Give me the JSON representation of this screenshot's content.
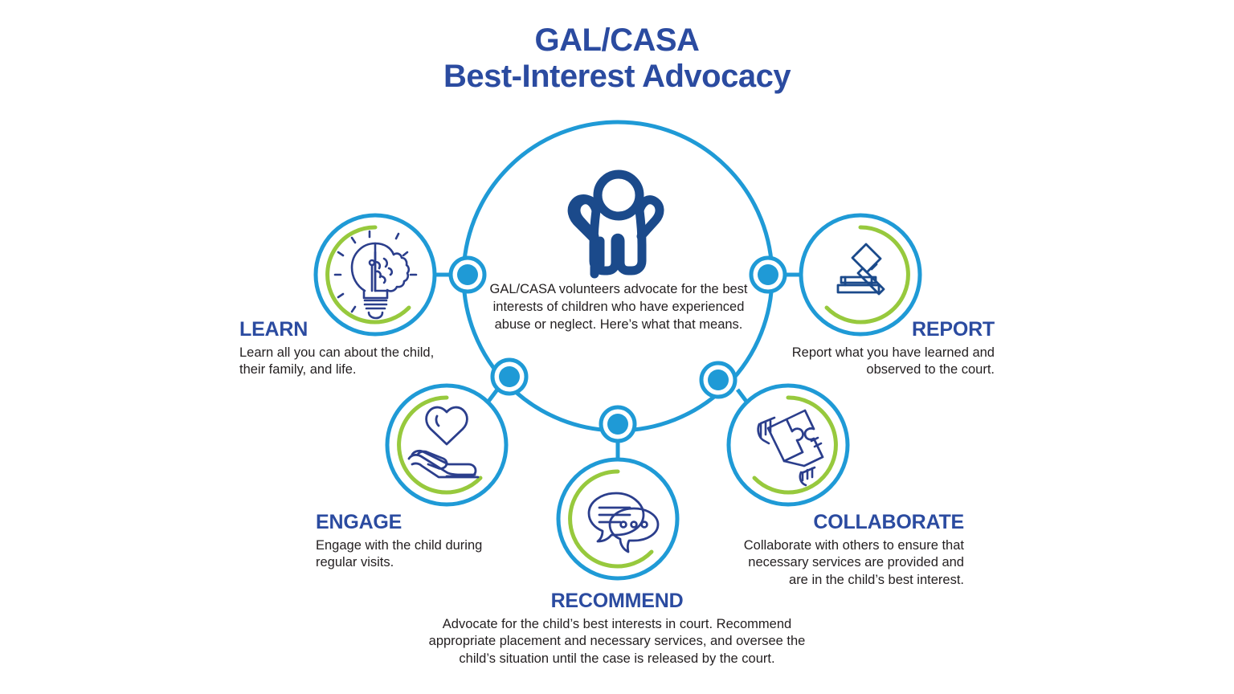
{
  "title": {
    "line1": "GAL/CASA",
    "line2": "Best-Interest Advocacy"
  },
  "center": {
    "icon": "child-figure-icon",
    "text": "GAL/CASA volunteers advocate for the best interests of children who have experienced abuse or neglect. Here’s what that means."
  },
  "colors": {
    "navy": "#2B4BA0",
    "icon_navy": "#1B4A8B",
    "blue": "#1F9AD6",
    "green": "#97C93D",
    "body_text": "#231f20",
    "background": "#ffffff"
  },
  "steps": [
    {
      "id": "learn",
      "heading": "LEARN",
      "body": "Learn all you can about the child, their family, and life.",
      "icon": "lightbulb-brain-icon",
      "align": "left"
    },
    {
      "id": "report",
      "heading": "REPORT",
      "body": "Report what you have learned and observed to the court.",
      "icon": "gavel-icon",
      "align": "right"
    },
    {
      "id": "engage",
      "heading": "ENGAGE",
      "body": "Engage with the child during regular visits.",
      "icon": "heart-in-hand-icon",
      "align": "left"
    },
    {
      "id": "collaborate",
      "heading": "COLLABORATE",
      "body": "Collaborate with others to ensure that necessary services are provided and are in the child’s best interest.",
      "icon": "puzzle-pieces-icon",
      "align": "right"
    },
    {
      "id": "recommend",
      "heading": "RECOMMEND",
      "body": "Advocate for the child’s best interests in court. Recommend appropriate placement and necessary services, and oversee the child’s situation until the case is released by the court.",
      "icon": "speech-bubbles-icon",
      "align": "center"
    }
  ]
}
